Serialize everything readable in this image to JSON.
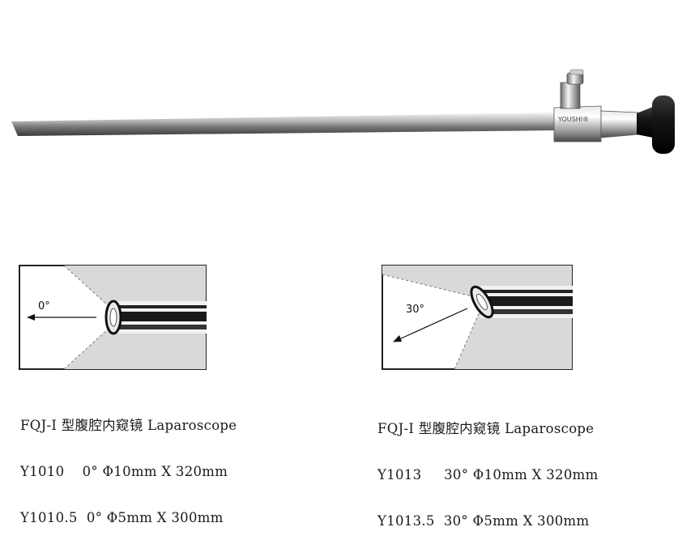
{
  "product_image": {
    "brand_marking": "YOUSHI®"
  },
  "diagrams": [
    {
      "angle_label": "0°"
    },
    {
      "angle_label": "30°"
    }
  ],
  "captions": [
    {
      "title": "FQJ-I 型腹腔内窥镜 Laparoscope",
      "line1": "Y1010    0° Φ10mm X 320mm",
      "line2": "Y1010.5  0° Φ5mm X 300mm"
    },
    {
      "title": "FQJ-I 型腹腔内窥镜 Laparoscope",
      "line1": "Y1013     30° Φ10mm X 320mm",
      "line2": "Y1013.5  30° Φ5mm X 300mm"
    }
  ]
}
